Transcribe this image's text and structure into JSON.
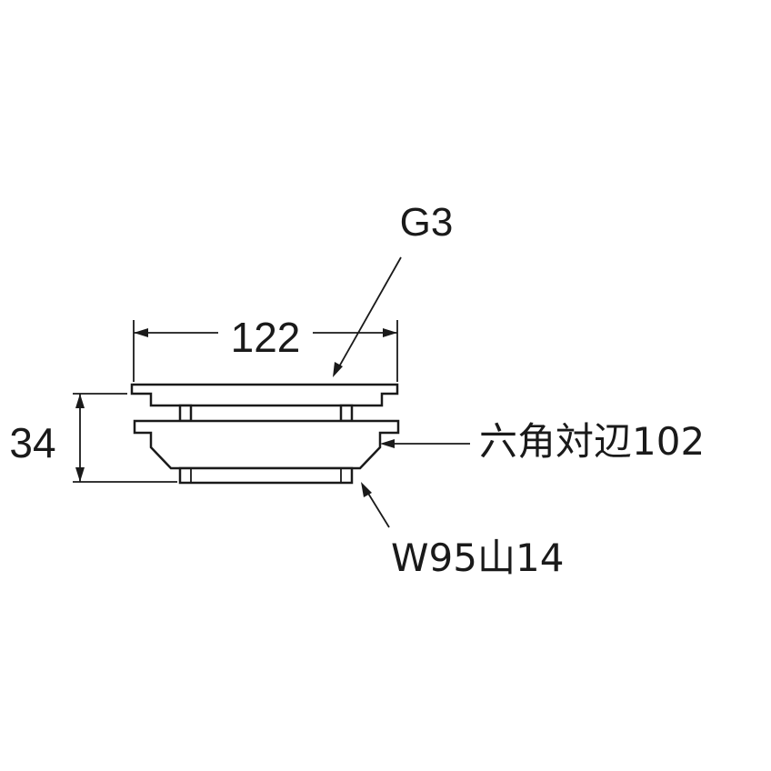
{
  "labels": {
    "thread": "G3",
    "width": "122",
    "height": "34",
    "hex": "六角対辺102",
    "lower_thread": "W95山14"
  },
  "colors": {
    "line": "#1a1a1a",
    "background": "#ffffff"
  }
}
